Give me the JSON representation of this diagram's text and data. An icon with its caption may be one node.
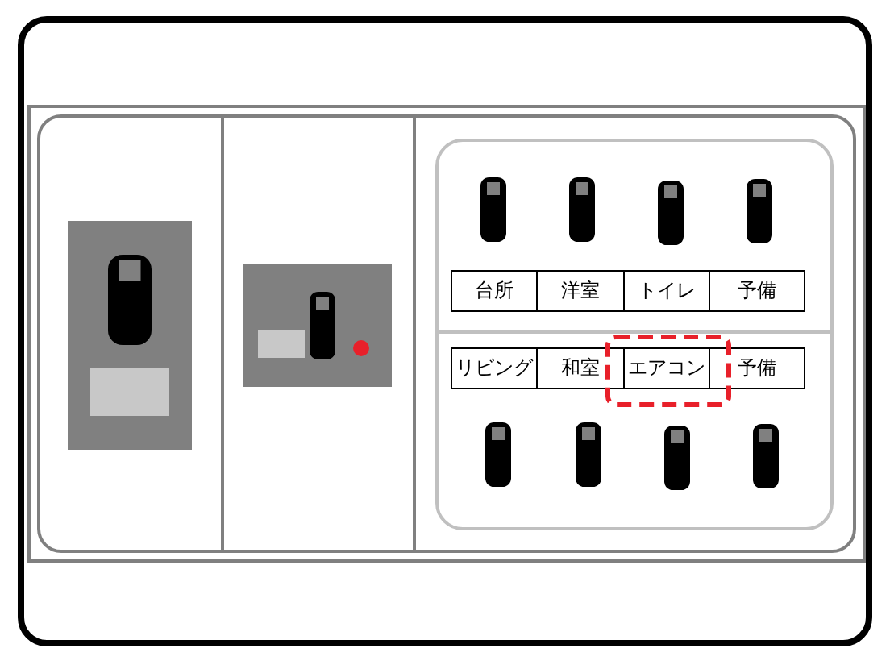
{
  "diagram": {
    "labels": [
      "台所",
      "洋室",
      "トイレ",
      "予備",
      "リビング",
      "和室",
      "エアコン",
      "予備"
    ]
  }
}
